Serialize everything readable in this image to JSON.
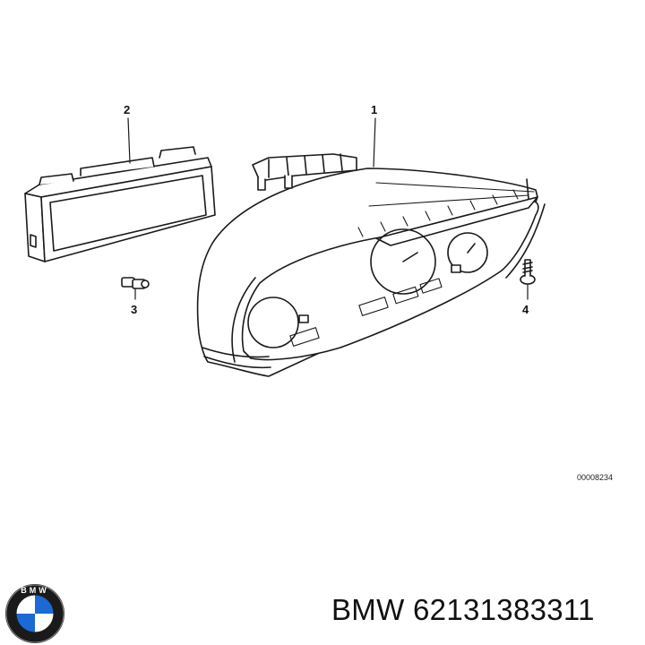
{
  "diagram": {
    "callouts": [
      "1",
      "2",
      "3",
      "4"
    ],
    "diagram_code": "00008234"
  },
  "brand": {
    "name": "BMW",
    "part_number": "62131383311",
    "logo_text": "BMW",
    "logo_colors": {
      "ring": "#1a1a1a",
      "blue": "#1c69d4",
      "white": "#ffffff"
    }
  },
  "line_color": "#1a1a1a",
  "fill_color": "#ffffff"
}
